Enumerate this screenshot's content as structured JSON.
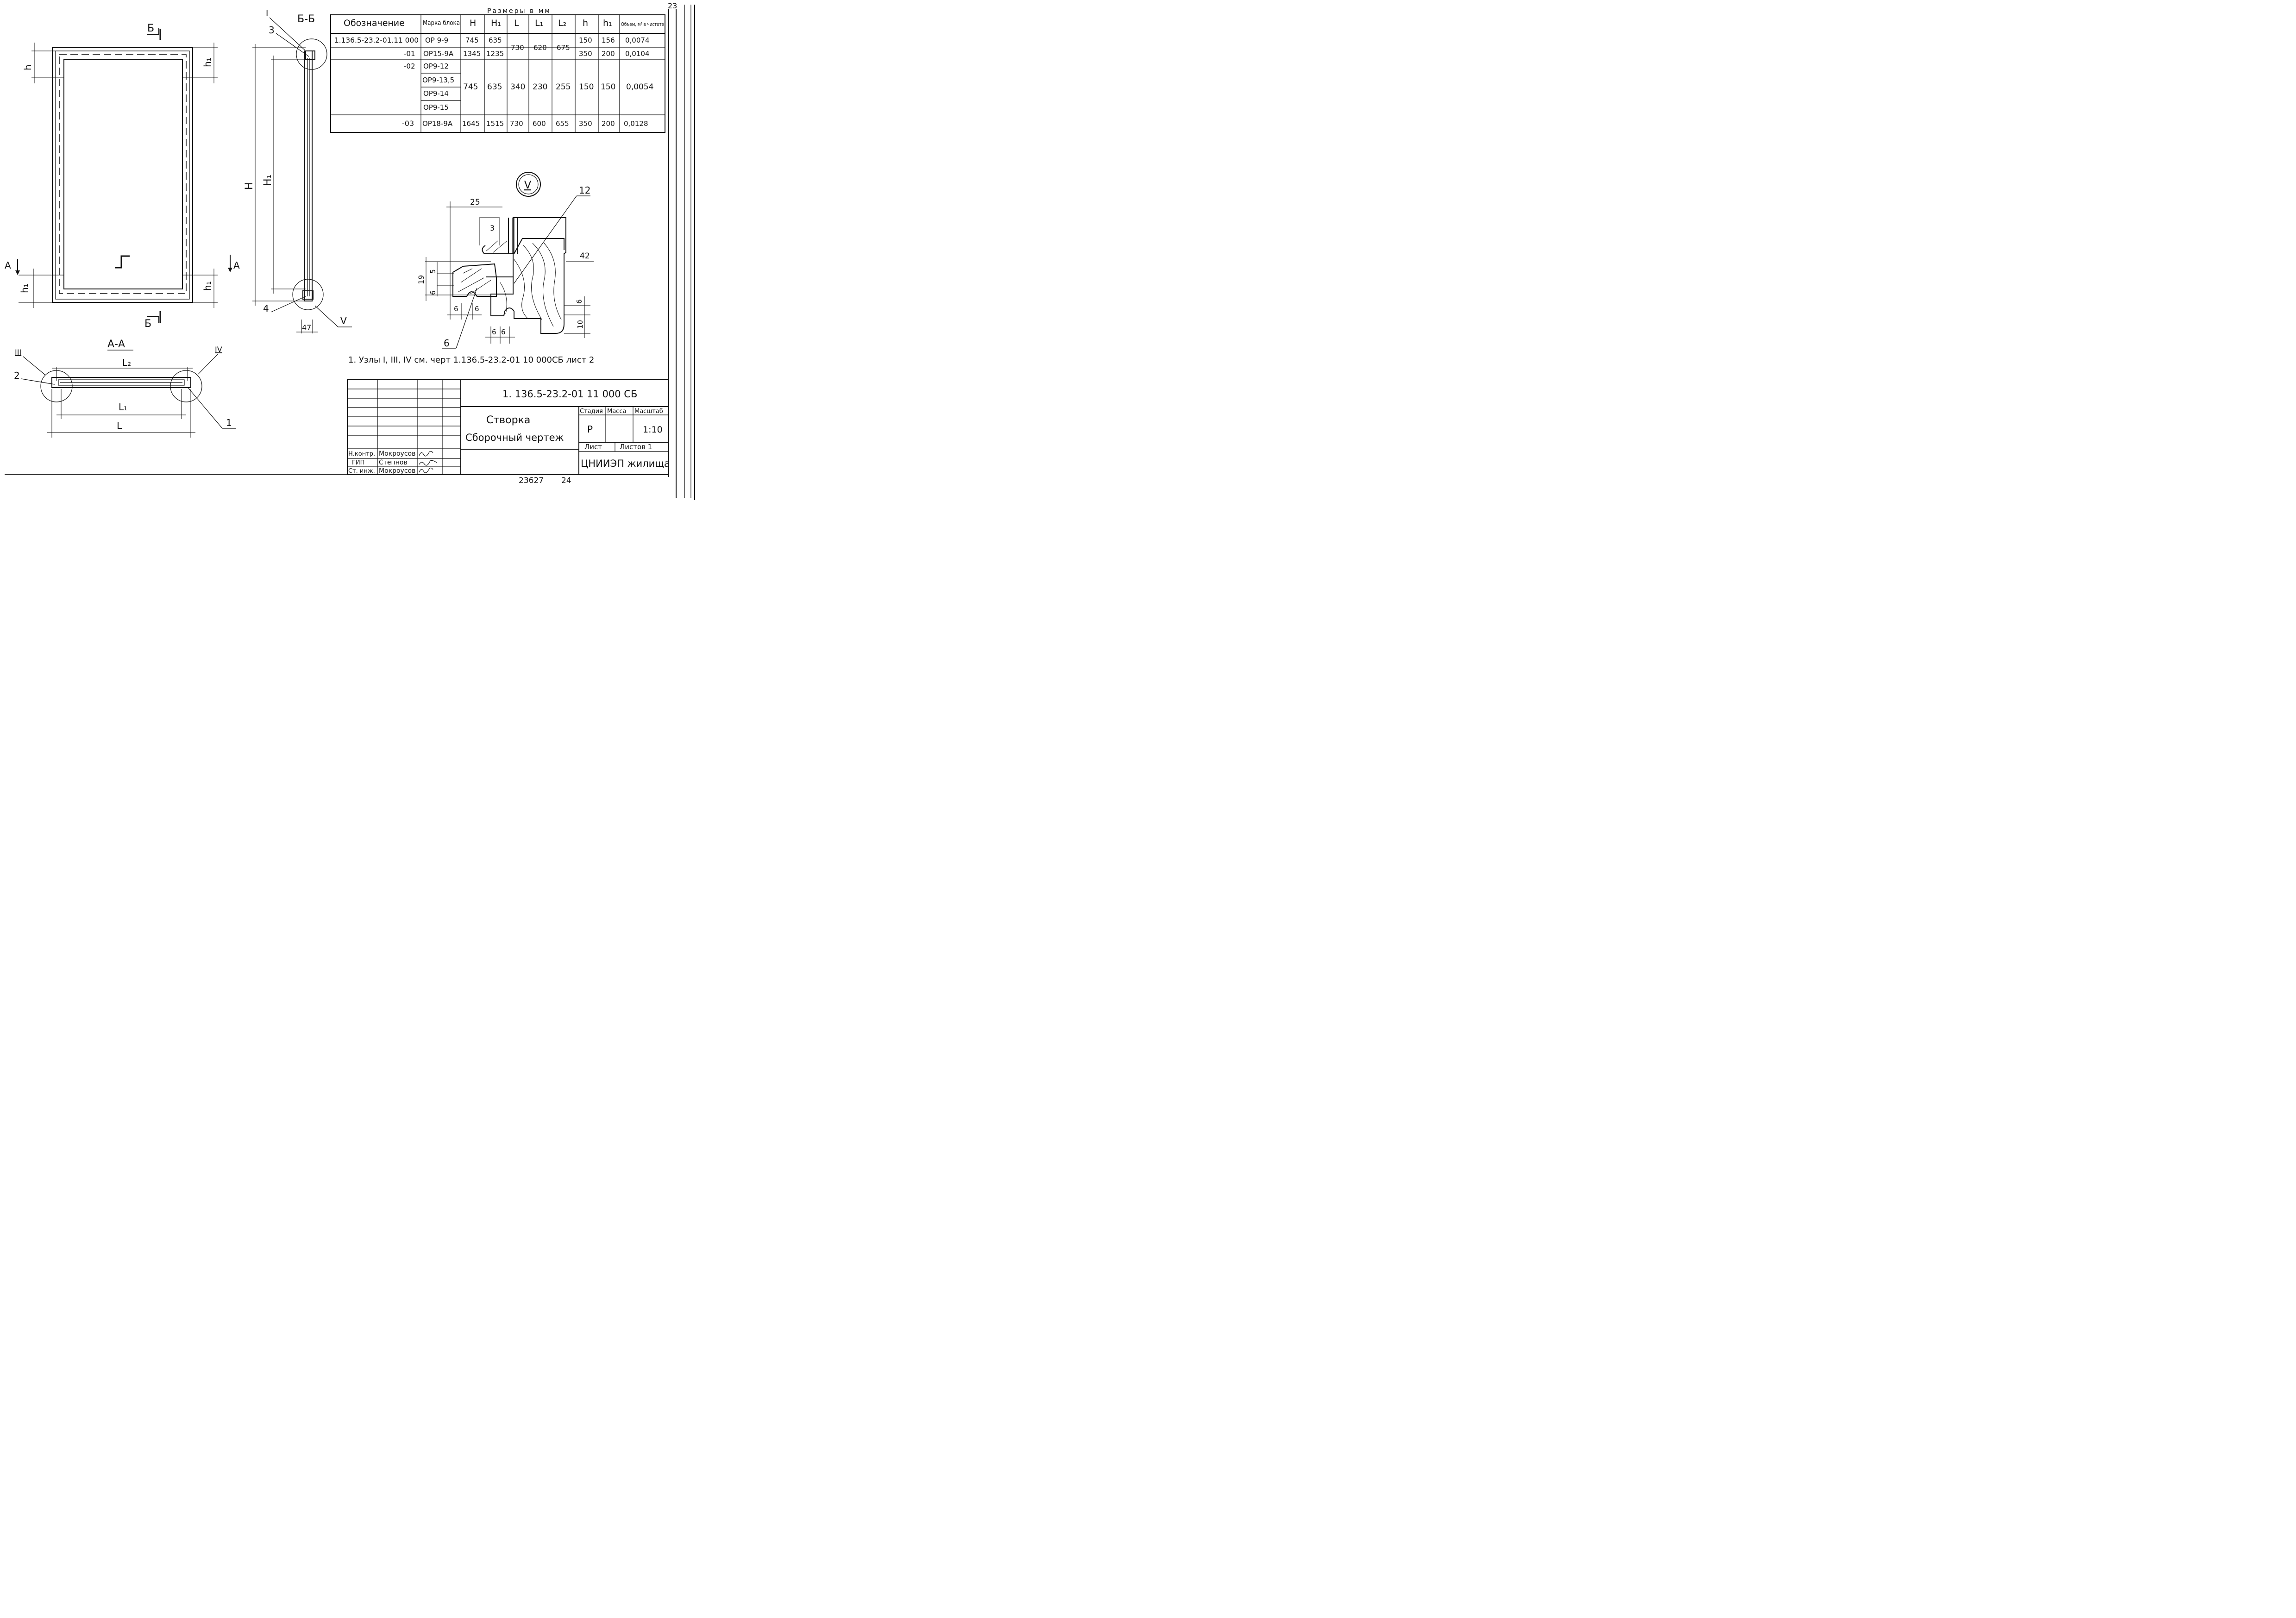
{
  "sheet": {
    "corner_number": "23",
    "footer_codes": [
      "23627",
      "24"
    ]
  },
  "spec_table": {
    "caption": "Размеры в мм",
    "headers": [
      "Обозначение",
      "Марка блока",
      "H",
      "H₁",
      "L",
      "L₁",
      "L₂",
      "h",
      "h₁",
      "Объем, м³ в чистоте"
    ],
    "rows": [
      [
        "1.136.5-23.2-01.11 000",
        "ОР 9-9",
        "745",
        "635",
        "730",
        "620",
        "675",
        "150",
        "156",
        "0,0074"
      ],
      [
        "-01",
        "ОР15-9А",
        "1345",
        "1235",
        "",
        "",
        "",
        "350",
        "200",
        "0,0104"
      ],
      [
        "-02",
        "ОР9-12",
        "745",
        "635",
        "340",
        "230",
        "255",
        "150",
        "150",
        "0,0054"
      ],
      [
        "",
        "ОР9-13,5",
        "",
        "",
        "",
        "",
        "",
        "",
        "",
        ""
      ],
      [
        "",
        "ОР9-14",
        "",
        "",
        "",
        "",
        "",
        "",
        "",
        ""
      ],
      [
        "",
        "ОР9-15",
        "",
        "",
        "",
        "",
        "",
        "",
        "",
        ""
      ],
      [
        "-03",
        "ОР18-9А",
        "1645",
        "1515",
        "730",
        "600",
        "655",
        "350",
        "200",
        "0,0128"
      ]
    ]
  },
  "views": {
    "section_bb": "Б-Б",
    "section_aa": "А-А",
    "cut_b": "Б",
    "cut_a": "А",
    "node_v": "V",
    "labels": {
      "h": "h",
      "h1": "h₁",
      "H": "H",
      "H1": "H₁",
      "L": "L",
      "L1": "L₁",
      "L2": "L₂",
      "node_I": "I",
      "node_III": "III",
      "node_IV": "IV",
      "node_V": "V",
      "pos1": "1",
      "pos2": "2",
      "pos3": "3",
      "pos4": "4",
      "pos6": "6",
      "pos12": "12",
      "dim47": "47",
      "dim25": "25",
      "dim3": "3",
      "dim42": "42",
      "dim19": "19",
      "dim5": "5",
      "dim6": "6",
      "dim10": "10"
    }
  },
  "note": "1. Узлы I, III, IV см. черт 1.136.5-23.2-01 10 000СБ лист 2",
  "title_block": {
    "doc_code": "1. 136.5-23.2-01  11  000 СБ",
    "title_line1": "Створка",
    "title_line2": "Сборочный чертеж",
    "stage_header": "Стадия",
    "mass_header": "Масса",
    "scale_header": "Масштаб",
    "stage": "Р",
    "mass": "",
    "scale": "1:10",
    "sheet_label": "Лист",
    "sheets_label": "Листов 1",
    "org": "ЦНИИЭП жилища",
    "signers": [
      {
        "role": "Н.контр.",
        "name": "Мокроусов"
      },
      {
        "role": "ГИП",
        "name": "Степнов"
      },
      {
        "role": "Ст. инж.",
        "name": "Мокроусов"
      }
    ]
  }
}
